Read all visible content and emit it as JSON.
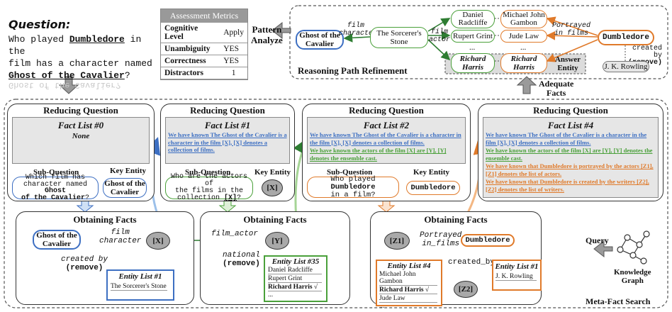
{
  "question": {
    "label": "Question:",
    "line1_pre": "Who played ",
    "line1_entity": "Dumbledore",
    "line1_post": " in the",
    "line2": "film has a character named",
    "line3_entity": "Ghost of the Cavalier",
    "line3_post": "?",
    "reflection": "Ghost of the Cavalier?"
  },
  "metrics": {
    "header": "Assessment Metrics",
    "rows": [
      {
        "name": "Cognitive Level",
        "value": "Apply"
      },
      {
        "name": "Unambiguity",
        "value": "YES"
      },
      {
        "name": "Correctness",
        "value": "YES"
      },
      {
        "name": "Distractors",
        "value": "1"
      }
    ]
  },
  "pattern_analyze": {
    "line1": "Pattern",
    "line2": "Analyze"
  },
  "refinement": {
    "title": "Reasoning Path Refinement",
    "ghost": "Ghost of the Cavalier",
    "film_character": "film character",
    "sorcerer": "The Sorcerer's Stone",
    "film_actor": "film actor",
    "actors": [
      "Daniel Radcliffe",
      "Rupert Grint",
      "...",
      "Richard Harris"
    ],
    "characters": [
      "Michael John Gambon",
      "Jude Law",
      "...",
      "Richard Harris"
    ],
    "portrayed": "Portrayed in films",
    "dumbledore": "Dumbledore",
    "created_by_1": "created by",
    "created_by_2": "(remove)",
    "rowling": "J. K. Rowling",
    "answer_entity": "Answer Entity"
  },
  "adequate": {
    "line1": "Adequate",
    "line2": "Facts"
  },
  "panel_titles": {
    "reducing": "Reducing Question",
    "obtaining": "Obtaining Facts"
  },
  "p0": {
    "fact_title": "Fact List #0",
    "fact_none": "None",
    "subq_label": "Sub-Question",
    "subq_1": "Which film has",
    "subq_2": "character named",
    "subq_3_entity": "Ghost",
    "subq_4_entity": "of the Cavalier",
    "subq_4_post": "?",
    "key_label": "Key Entity",
    "key_value": "Ghost of the Cavalier"
  },
  "p1": {
    "fact_title": "Fact List #1",
    "fact_text": "We have known The Ghost of the Cavalier is a character in the film [X], [X] denotes a collection of films.",
    "subq_label": "Sub-Question",
    "subq_1": "Who are the actors of",
    "subq_2": "the films in the",
    "subq_3_pre": "collection ",
    "subq_3_x": "[X]",
    "subq_3_post": "?",
    "key_label": "Key Entity",
    "key_value": "[X]"
  },
  "p2": {
    "fact_title": "Fact List #2",
    "fact_blue": "We have known The Ghost of the Cavalier is a character in the film [X], [X] denotes a collection of films.",
    "fact_green": "We have known the actors of the film [X] are [Y], [Y] denotes the ensemble cast.",
    "subq_label": "Sub-Question",
    "subq_1_pre": "Who played ",
    "subq_1_entity": "Dumbledore",
    "subq_2": "in a film?",
    "key_label": "Key Entity",
    "key_value": "Dumbledore"
  },
  "p4": {
    "fact_title": "Fact List #4",
    "fact_blue": "We have known The Ghost of the Cavalier is a character in the film [X], [X] denotes a collection of films.",
    "fact_green": "We have known the actors of the film [X] are [Y], [Y] denotes the ensemble cast.",
    "fact_orange1": "We have known that Dumbledore is portrayed by the actors [Z1], [Z1] denotes the list of actors.",
    "fact_orange2": "We have known that Dumbledore is created by the writers [Z2], [Z2] denotes the list of writers."
  },
  "of1": {
    "ghost": "Ghost of the Cavalier",
    "film_character_1": "film",
    "film_character_2": "character",
    "x": "[X]",
    "created_by": "created by",
    "remove": "(remove)",
    "entity_list_title": "Entity List #1",
    "entity_list_item": "The Sorcerer's Stone"
  },
  "of2": {
    "film_actor": "film_actor",
    "y": "[Y]",
    "national": "national",
    "remove": "(remove)",
    "entity_list_title": "Entity List #35",
    "items": [
      "Daniel Radcliffe",
      "Rupert Grint",
      "Richard Harris √",
      "..."
    ]
  },
  "of3": {
    "z1": "[Z1]",
    "portrayed_1": "Portrayed",
    "portrayed_2": "in_films",
    "dumbledore": "Dumbledore",
    "created_by": "created_by",
    "z2": "[Z2]",
    "list4_title": "Entity List #4",
    "list4_items": [
      "Michael John Gambon",
      "Richard Harris √",
      "Jude Law",
      "..."
    ],
    "list1_title": "Entity List #1",
    "list1_item": "J. K. Rowling"
  },
  "query": "Query",
  "kg": {
    "line1": "Knowledge",
    "line2": "Graph"
  },
  "meta_fact_search": "Meta-Fact Search",
  "colors": {
    "blue": "#3d6fc2",
    "green": "#4aa03a",
    "orange": "#e07a2a",
    "gray_fill": "#e6e6e6",
    "node_gray": "#a9a9a9"
  }
}
